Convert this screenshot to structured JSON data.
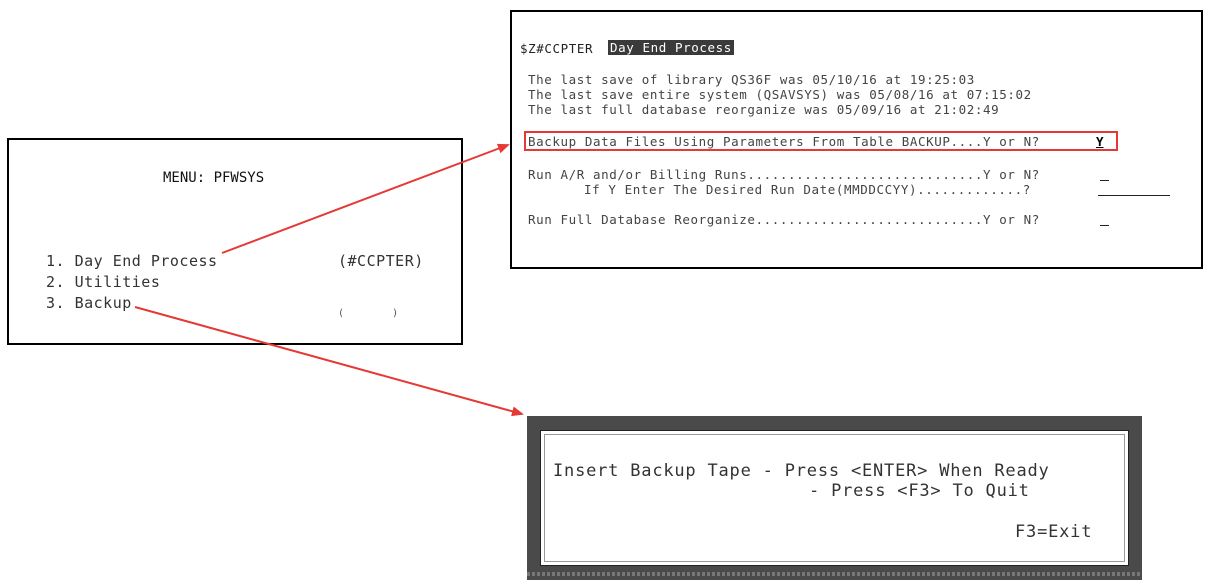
{
  "menu": {
    "title": "MENU: PFWSYS",
    "items": [
      {
        "label": "1. Day End Process",
        "code": "(#CCPTER)"
      },
      {
        "label": "2. Utilities"
      },
      {
        "label": "3. Backup"
      }
    ],
    "fragment": "(        )"
  },
  "day_end": {
    "program": "$Z#CCPTER",
    "title": "Day End Process",
    "save_library": "The last save of library QS36F was 05/10/16 at 19:25:03",
    "save_system": "The last save entire system (QSAVSYS) was 05/08/16 at 07:15:02",
    "reorganize": "The last full database reorganize was 05/09/16 at 21:02:49",
    "backup_prompt": "Backup Data Files Using Parameters From Table BACKUP....Y or N?",
    "backup_value": "Y",
    "billing_prompt": "Run A/R and/or Billing Runs.............................Y or N?",
    "rundate_prompt": "If Y Enter The Desired Run Date(MMDDCCYY).............?",
    "fullreorg_prompt": "Run Full Database Reorganize............................Y or N?"
  },
  "tape_dialog": {
    "line1": "Insert Backup Tape - Press <ENTER> When Ready",
    "line2": "- Press <F3> To Quit",
    "exit_key": "F3=Exit"
  },
  "colors": {
    "annotation_red": "#e53935",
    "dialog_frame": "#4a4a4a"
  }
}
